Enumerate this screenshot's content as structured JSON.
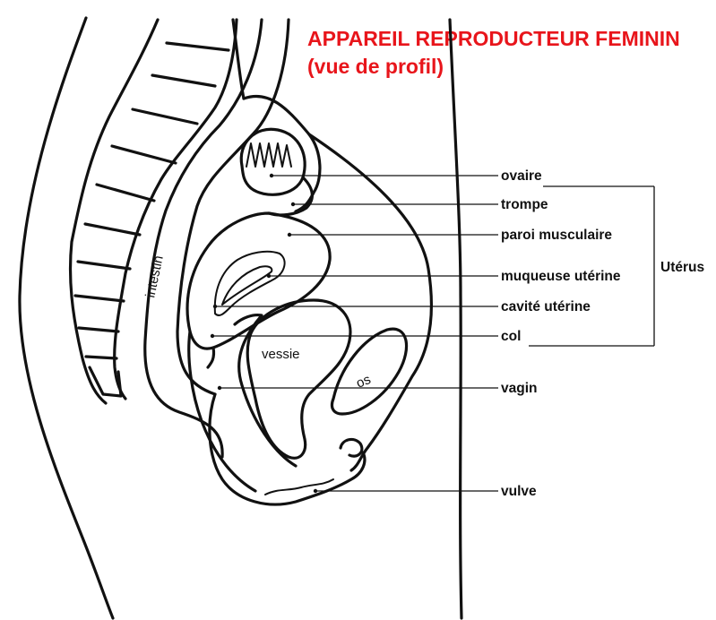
{
  "title": {
    "line1": "APPAREIL REPRODUCTEUR FEMININ",
    "line2": "(vue de profil)",
    "color": "#e8151b"
  },
  "labels": {
    "ovaire": "ovaire",
    "trompe": "trompe",
    "paroi": "paroi musculaire",
    "muqueuse": "muqueuse utérine",
    "cavite": "cavité utérine",
    "col": "col",
    "vagin": "vagin",
    "vulve": "vulve",
    "uterus": "Utérus"
  },
  "organs": {
    "intestin": "intestin",
    "vessie": "vessie",
    "os": "os"
  }
}
